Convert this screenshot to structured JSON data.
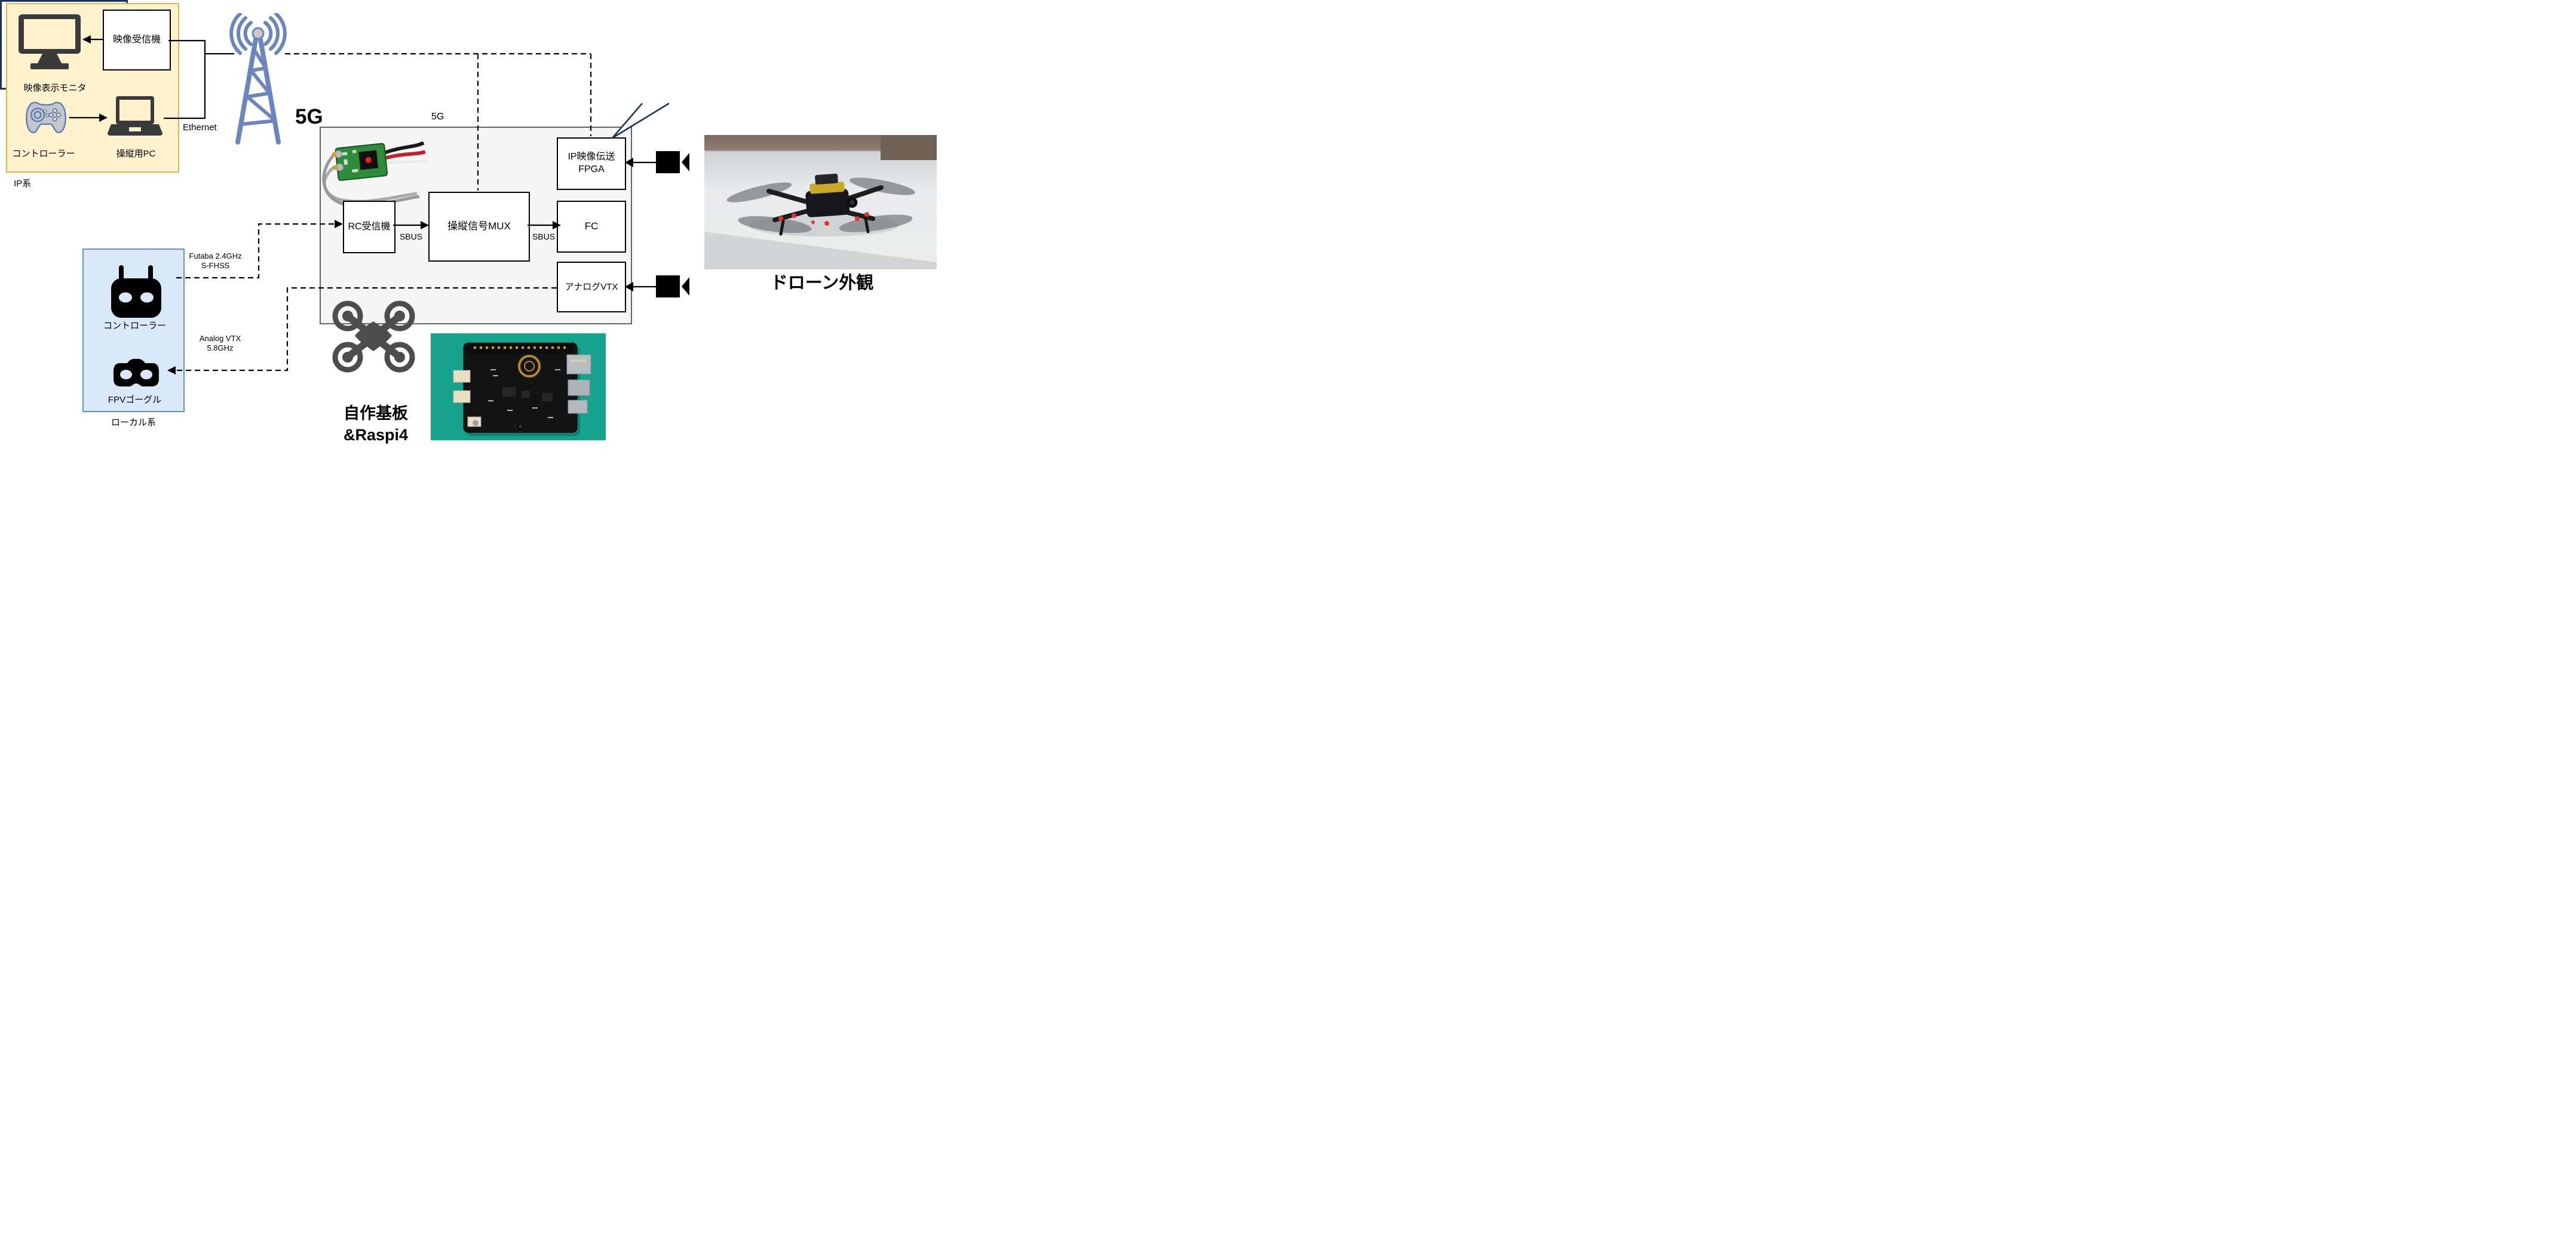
{
  "ip_system": {
    "label": "IP系",
    "monitor_label": "映像表示モニタ",
    "receiver_label": "映像受信機",
    "controller_label": "コントローラー",
    "pc_label": "操縦用PC"
  },
  "local_system": {
    "label": "ローカル系",
    "controller_label": "コントローラー",
    "goggles_label": "FPVゴーグル"
  },
  "drone_system": {
    "rc_receiver": "RC受信機",
    "mux": "操縦信号MUX",
    "fc": "FC",
    "fpga_line1": "IP映像伝送",
    "fpga_line2": "FPGA",
    "analog_vtx": "アナログVTX"
  },
  "links": {
    "ethernet": "Ethernet",
    "g5_large": "5G",
    "g5_small": "5G",
    "futaba_line1": "Futaba 2.4GHz",
    "futaba_line2": "S-FHSS",
    "analog_line1": "Analog VTX",
    "analog_line2": "5.8GHz",
    "sbus_left": "SBUS",
    "sbus_right": "SBUS"
  },
  "captions": {
    "drone_photo": "ドローン外観",
    "board_line1": "自作基板",
    "board_line2": "&Raspi4"
  },
  "colors": {
    "ip_box_fill": "#FFF2CC",
    "ip_box_border": "#D6B656",
    "local_box_fill": "#DAE8FC",
    "local_box_border": "#6C8EBF",
    "main_box_fill": "#F5F5F5",
    "main_box_border": "#666666",
    "tower_blue": "#6B85BD",
    "callout_navy": "#1F3355",
    "drone_icon_gray": "#4D4D4D",
    "pcb_mat_teal": "#16A28D"
  }
}
